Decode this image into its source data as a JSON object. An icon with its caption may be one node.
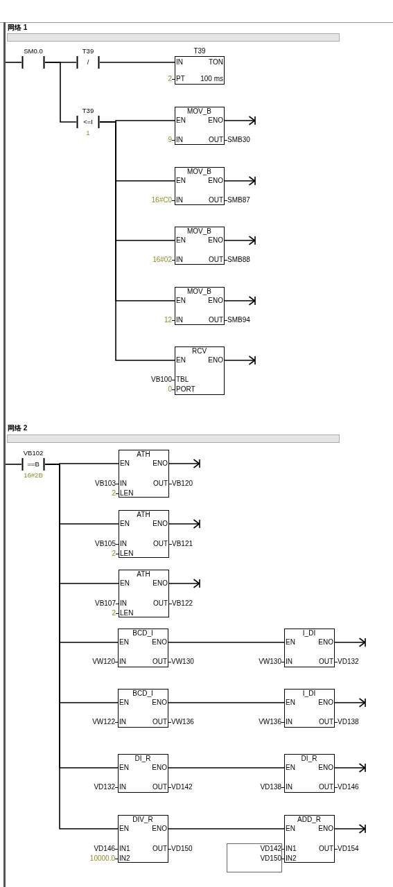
{
  "diagram": {
    "nodes": [
      {
        "text": [],
        "shape": "bar"
      },
      {
        "text": [
          "SM0.0"
        ]
      },
      {
        "text": [
          "T39",
          "/"
        ]
      },
      {
        "text": [
          "T39",
          "IN",
          "TON",
          "PT",
          "100 ms"
        ],
        "beside": [
          "2"
        ]
      },
      {
        "text": [
          "T39",
          "<=I",
          "1"
        ]
      },
      {
        "text": [
          "MOV_B",
          "EN",
          "ENO",
          "IN",
          "OUT"
        ],
        "beside": [
          "9",
          "SMB30"
        ]
      },
      {
        "text": [
          "MOV_B",
          "EN",
          "ENO",
          "IN",
          "OUT"
        ],
        "beside": [
          "16#C0",
          "SMB87"
        ]
      },
      {
        "text": [
          "MOV_B",
          "EN",
          "ENO",
          "IN",
          "OUT"
        ],
        "beside": [
          "16#02",
          "SMB88"
        ]
      },
      {
        "text": [
          "MOV_B",
          "EN",
          "ENO",
          "IN",
          "OUT"
        ],
        "beside": [
          "12",
          "SMB94"
        ]
      },
      {
        "text": [
          "RCV",
          "EN",
          "ENO",
          "TBL",
          "PORT"
        ],
        "beside": [
          "VB100",
          "0"
        ]
      },
      {
        "text": [
          "VB102",
          "==B",
          "16#2B"
        ]
      },
      {
        "text": [
          "ATH",
          "EN",
          "ENO",
          "IN",
          "OUT",
          "LEN"
        ],
        "beside": [
          "VB103",
          "VB120",
          "2"
        ]
      },
      {
        "text": [
          "ATH",
          "EN",
          "ENO",
          "IN",
          "OUT",
          "LEN"
        ],
        "beside": [
          "VB105",
          "VB121",
          "2"
        ]
      },
      {
        "text": [
          "ATH",
          "EN",
          "ENO",
          "IN",
          "OUT",
          "LEN"
        ],
        "beside": [
          "VB107",
          "VB122",
          "2"
        ]
      },
      {
        "text": [
          "BCD_I",
          "EN",
          "ENO",
          "IN",
          "OUT"
        ],
        "beside": [
          "VW120",
          "VW130"
        ]
      },
      {
        "text": [
          "I_DI",
          "EN",
          "ENO",
          "IN",
          "OUT"
        ],
        "beside": [
          "VW130",
          "VD132"
        ]
      },
      {
        "text": [
          "BCD_I",
          "EN",
          "ENO",
          "IN",
          "OUT"
        ],
        "beside": [
          "VW122",
          "VW136"
        ]
      },
      {
        "text": [
          "I_DI",
          "EN",
          "ENO",
          "IN",
          "OUT"
        ],
        "beside": [
          "VW136",
          "VD138"
        ]
      },
      {
        "text": [
          "DI_R",
          "EN",
          "ENO",
          "IN",
          "OUT"
        ],
        "beside": [
          "VD132",
          "VD142"
        ]
      },
      {
        "text": [
          "DI_R",
          "EN",
          "ENO",
          "IN",
          "OUT"
        ],
        "beside": [
          "VD138",
          "VD146"
        ]
      },
      {
        "text": [
          "DIV_R",
          "EN",
          "ENO",
          "IN1",
          "OUT",
          "IN2"
        ],
        "beside": [
          "VD146",
          "VD150",
          "10000.0"
        ]
      },
      {
        "text": [
          "ADD_R",
          "EN",
          "ENO",
          "IN1",
          "OUT",
          "IN2"
        ],
        "beside": [
          "VD142",
          "VD154",
          "VD150"
        ]
      }
    ],
    "edges": [
      {
        "from": 0,
        "to": 1,
        "arrow": "none"
      },
      {
        "from": 1,
        "to": 2,
        "arrow": "none"
      },
      {
        "from": 2,
        "to": 3,
        "arrow": "none"
      },
      {
        "from": 1,
        "to": 4,
        "arrow": "none"
      },
      {
        "from": 4,
        "to": 5,
        "arrow": "none"
      },
      {
        "from": 4,
        "to": 6,
        "arrow": "none"
      },
      {
        "from": 4,
        "to": 7,
        "arrow": "none"
      },
      {
        "from": 4,
        "to": 8,
        "arrow": "none"
      },
      {
        "from": 4,
        "to": 9,
        "arrow": "none"
      },
      {
        "from": 5,
        "to": null,
        "arrow": "to"
      },
      {
        "from": 6,
        "to": null,
        "arrow": "to"
      },
      {
        "from": 7,
        "to": null,
        "arrow": "to"
      },
      {
        "from": 8,
        "to": null,
        "arrow": "to"
      },
      {
        "from": 9,
        "to": null,
        "arrow": "to"
      },
      {
        "from": 0,
        "to": 10,
        "arrow": "none"
      },
      {
        "from": 10,
        "to": 11,
        "arrow": "none"
      },
      {
        "from": 10,
        "to": 12,
        "arrow": "none"
      },
      {
        "from": 10,
        "to": 13,
        "arrow": "none"
      },
      {
        "from": 10,
        "to": 14,
        "arrow": "none"
      },
      {
        "from": 10,
        "to": 16,
        "arrow": "none"
      },
      {
        "from": 10,
        "to": 18,
        "arrow": "none"
      },
      {
        "from": 10,
        "to": 20,
        "arrow": "none"
      },
      {
        "from": 11,
        "to": null,
        "arrow": "to"
      },
      {
        "from": 12,
        "to": null,
        "arrow": "to"
      },
      {
        "from": 13,
        "to": null,
        "arrow": "to"
      },
      {
        "from": 14,
        "to": 15,
        "arrow": "none"
      },
      {
        "from": 15,
        "to": null,
        "arrow": "to"
      },
      {
        "from": 16,
        "to": 17,
        "arrow": "none"
      },
      {
        "from": 17,
        "to": null,
        "arrow": "to"
      },
      {
        "from": 18,
        "to": 19,
        "arrow": "none"
      },
      {
        "from": 19,
        "to": null,
        "arrow": "to"
      },
      {
        "from": 20,
        "to": 21,
        "arrow": "none"
      },
      {
        "from": 21,
        "to": null,
        "arrow": "to"
      }
    ],
    "labels": [
      "网络 1",
      "网络 2"
    ]
  }
}
